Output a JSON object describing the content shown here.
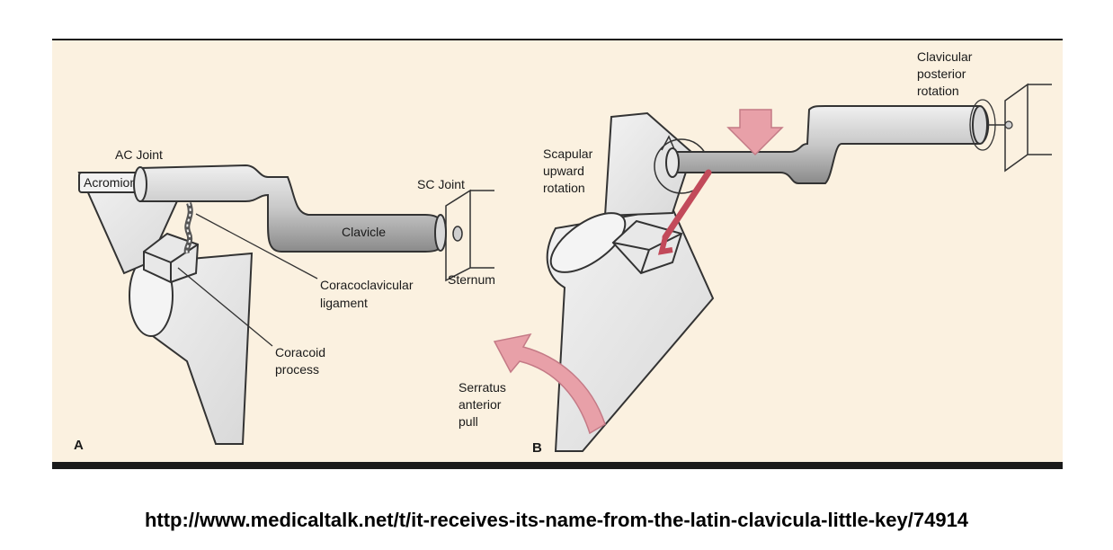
{
  "panel_a": {
    "letter": "A",
    "labels": {
      "ac_joint": "AC Joint",
      "acromion": "Acromion",
      "sc_joint": "SC Joint",
      "clavicle": "Clavicle",
      "sternum": "Sternum",
      "coracoclavicular_1": "Coracoclavicular",
      "coracoclavicular_2": "ligament",
      "coracoid_1": "Coracoid",
      "coracoid_2": "process"
    }
  },
  "panel_b": {
    "letter": "B",
    "labels": {
      "clavicular_1": "Clavicular",
      "clavicular_2": "posterior",
      "clavicular_3": "rotation",
      "scapular_1": "Scapular",
      "scapular_2": "upward",
      "scapular_3": "rotation",
      "serratus_1": "Serratus",
      "serratus_2": "anterior",
      "serratus_3": "pull"
    }
  },
  "colors": {
    "background": "#fbf1e0",
    "bone": "#d4d4d4",
    "accent_pink": "#e8a0a8",
    "ligament_red": "#c24a5a",
    "rule": "#1a1a1a"
  },
  "caption": "http://www.medicaltalk.net/t/it-receives-its-name-from-the-latin-clavicula-little-key/74914"
}
